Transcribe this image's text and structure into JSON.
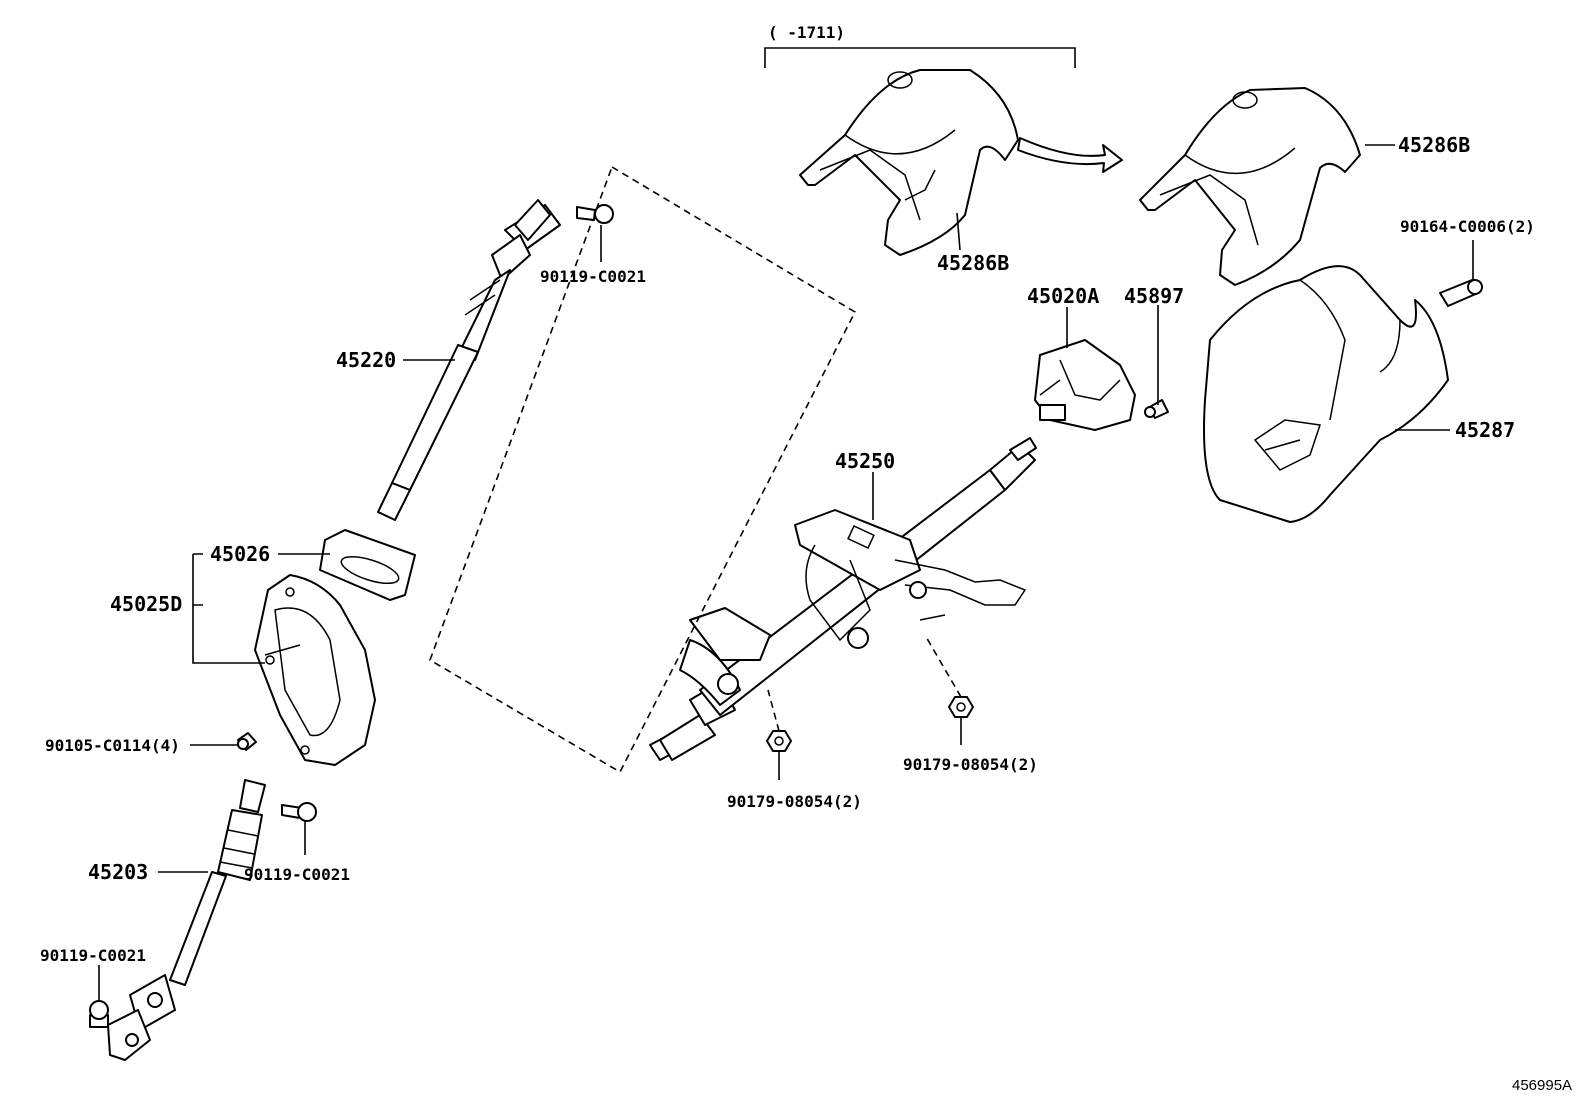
{
  "applicability_note": "(      -1711)",
  "drawing_code": "456995A",
  "parts": {
    "p45286b_left": "45286B",
    "p45286b_right": "45286B",
    "p90164": "90164-C0006(2)",
    "p45020a": "45020A",
    "p45897": "45897",
    "p45287": "45287",
    "p45250": "45250",
    "p45220": "45220",
    "p90119_top": "90119-C0021",
    "p45026": "45026",
    "p45025d": "45025D",
    "p90105": "90105-C0114(4)",
    "p45203": "45203",
    "p90119_mid": "90119-C0021",
    "p90119_bot": "90119-C0021",
    "p90179_left": "90179-08054(2)",
    "p90179_right": "90179-08054(2)"
  },
  "icons": {
    "arrow": "arrow-icon"
  }
}
